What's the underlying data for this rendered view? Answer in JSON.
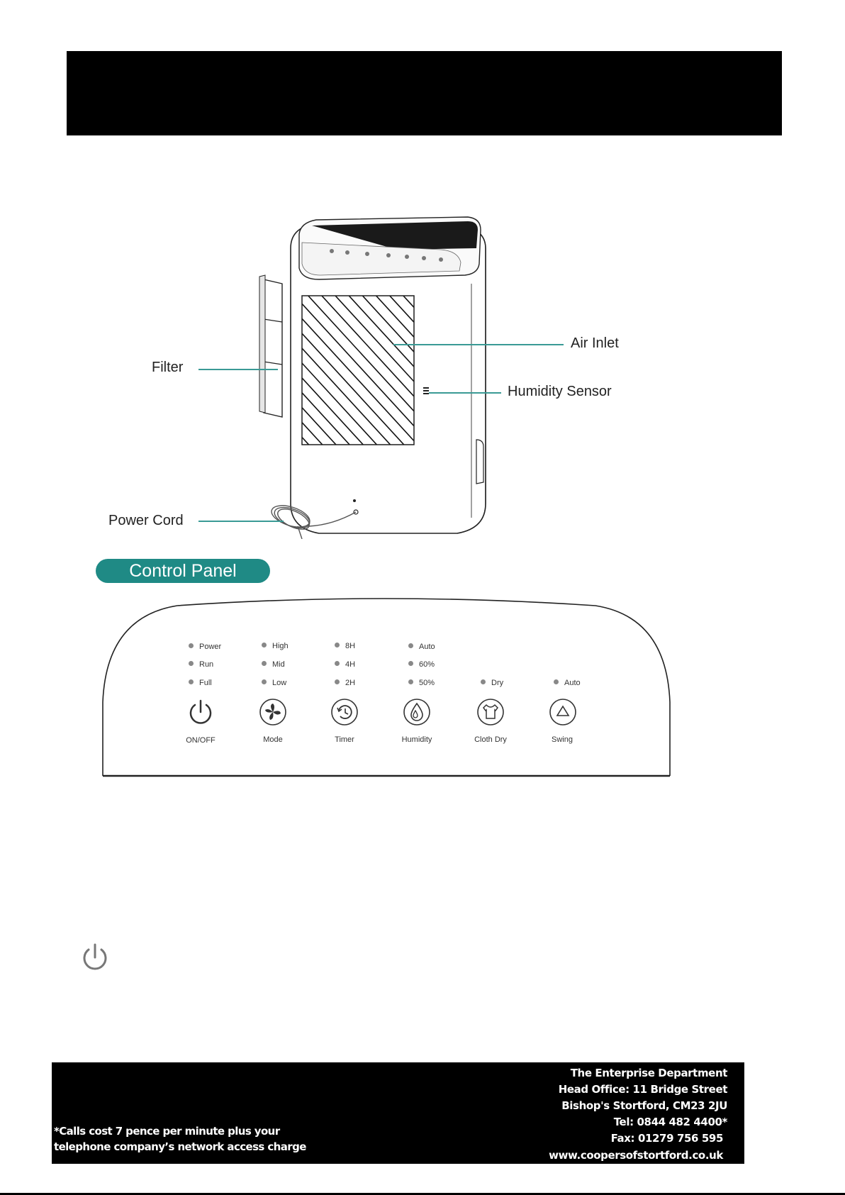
{
  "diagram": {
    "labels": {
      "filter": "Filter",
      "air_inlet": "Air Inlet",
      "humidity_sensor": "Humidity Sensor",
      "power_cord": "Power Cord"
    },
    "accent_color": "#1f8a85"
  },
  "control_panel": {
    "title": "Control Panel",
    "indicators": {
      "power": "Power",
      "run": "Run",
      "full": "Full",
      "high": "High",
      "mid": "Mid",
      "low": "Low",
      "timer_8h": "8H",
      "timer_4h": "4H",
      "timer_2h": "2H",
      "hum_auto": "Auto",
      "hum_60": "60%",
      "hum_50": "50%",
      "dry": "Dry",
      "swing_auto": "Auto"
    },
    "buttons": {
      "onoff": "ON/OFF",
      "mode": "Mode",
      "timer": "Timer",
      "humidity": "Humidity",
      "cloth_dry": "Cloth Dry",
      "swing": "Swing"
    }
  },
  "footer": {
    "note_line1": "*Calls cost 7 pence per minute plus your",
    "note_line2": "telephone company’s  network access charge",
    "address": [
      "The Enterprise Department",
      "Head Office:  11 Bridge Street",
      "Bishop's Stortford, CM23 2JU",
      "Tel: 0844 482 4400*",
      "Fax: 01279 756 595"
    ],
    "website": "www.coopersofstortford.co.uk"
  }
}
